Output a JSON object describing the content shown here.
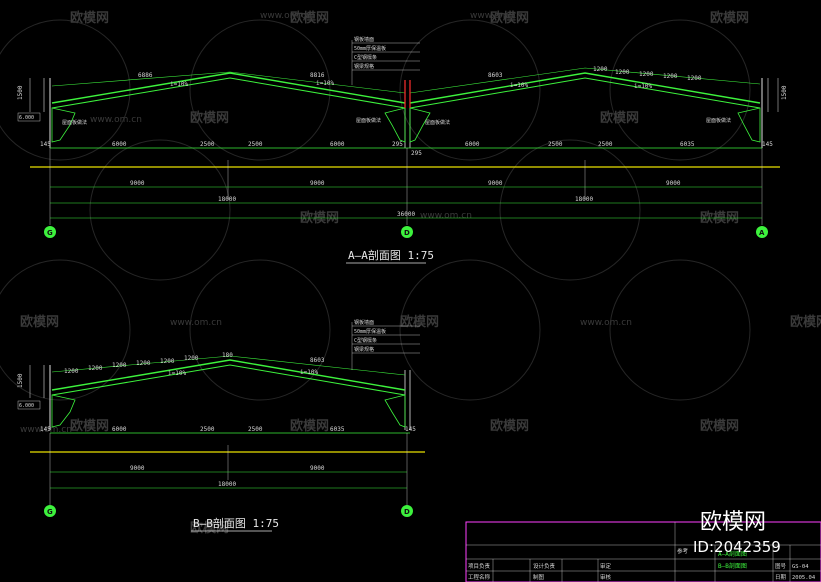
{
  "watermark": {
    "brand": "欧模网",
    "url": "www.om.cn"
  },
  "colors": {
    "background": "#000000",
    "structure": "#3df23d",
    "dimension": "#e0e0e0",
    "red": "#ff3030",
    "yellow": "#e8e000",
    "frame": "#ff40ff"
  },
  "section_a": {
    "title": "A—A剖面图 1:75",
    "top_dims": [
      "6886",
      "8816",
      "8603",
      "1200",
      "1200",
      "1200",
      "1200",
      "1200"
    ],
    "slopes": [
      "i=10%",
      "i=10%",
      "i=10%",
      "i=10%"
    ],
    "left_height": "1500",
    "right_height": "1500",
    "level": "6.000",
    "notes": [
      "钢板墙面",
      "50mm厚保温板",
      "C型钢檩条",
      "钢梁规格"
    ],
    "labels": [
      "屋面板做法",
      "屋面板做法",
      "屋面板做法",
      "屋面板做法"
    ],
    "bottom_dims": [
      "145",
      "6000",
      "2500",
      "2500",
      "6000",
      "295",
      "6000",
      "2500",
      "2500",
      "6035",
      "145"
    ],
    "bottom_extra": "295",
    "mid_dims": [
      "9000",
      "9000",
      "9000",
      "9000"
    ],
    "total_dims": [
      "18000",
      "18000"
    ],
    "grand_total": "36000",
    "axes": [
      "G",
      "D",
      "A"
    ]
  },
  "section_b": {
    "title": "B—B剖面图 1:75",
    "top_dims": [
      "1200",
      "1200",
      "1200",
      "1200",
      "1200",
      "1200",
      "180",
      "8603"
    ],
    "slopes": [
      "i=10%",
      "i=10%"
    ],
    "left_height": "1500",
    "level": "6.000",
    "notes": [
      "钢板墙面",
      "50mm厚保温板",
      "C型钢檩条",
      "钢梁规格"
    ],
    "bottom_dims": [
      "145",
      "6000",
      "2500",
      "2500",
      "6035",
      "145"
    ],
    "mid_dims": [
      "9000",
      "9000"
    ],
    "total_dim": "18000",
    "axes": [
      "G",
      "D"
    ]
  },
  "title_block": {
    "drawing_name_1": "A—A剖面图",
    "drawing_name_2": "B—B剖面图",
    "drawing_no_label": "图号",
    "drawing_no": "GS-04",
    "date_label": "日期",
    "date": "2005.04",
    "rows_left": [
      "项目负责",
      "工程名称",
      "审定",
      "审核"
    ],
    "rows_mid": [
      "设计负责",
      "制图"
    ],
    "ref_label": "参考",
    "brand": "欧模网",
    "id_text": "ID:2042359"
  }
}
